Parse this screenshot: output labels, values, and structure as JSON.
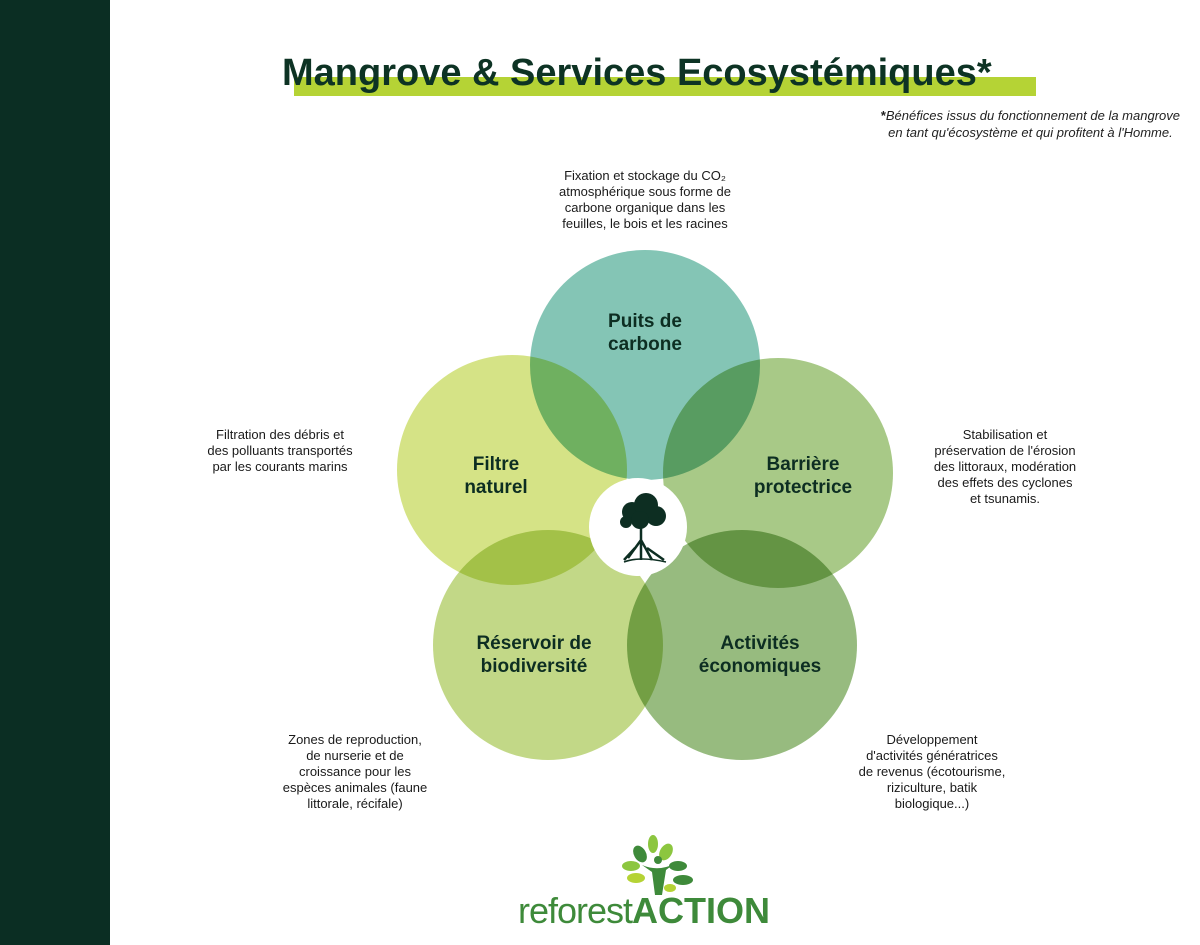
{
  "title": "Mangrove & Services Ecosystémiques*",
  "footnote": {
    "asterisk": "*",
    "line1": "Bénéfices issus du fonctionnement de la mangrove",
    "line2": "en tant qu'écosystème et qui profitent à l'Homme."
  },
  "services": [
    {
      "label_line1": "Puits de",
      "label_line2": "carbone",
      "color": "#76bfad",
      "desc": [
        "Fixation et stockage du CO₂",
        "atmosphérique sous forme de",
        "carbone organique dans les",
        "feuilles, le bois et les racines"
      ]
    },
    {
      "label_line1": "Filtre",
      "label_line2": "naturel",
      "color": "#d3e27f",
      "desc": [
        "Filtration des débris et",
        "des polluants transportés",
        "par les courants marins"
      ]
    },
    {
      "label_line1": "Barrière",
      "label_line2": "protectrice",
      "color": "#9fc37a",
      "desc": [
        "Stabilisation et",
        "préservation de l'érosion",
        "des littoraux, modération",
        "des effets des cyclones",
        "et tsunamis."
      ]
    },
    {
      "label_line1": "Réservoir de",
      "label_line2": "biodiversité",
      "color": "#bcd47a",
      "desc": [
        "Zones de reproduction,",
        "de nurserie et de",
        "croissance pour les",
        "espèces animales (faune",
        "littorale, récifale)"
      ]
    },
    {
      "label_line1": "Activités",
      "label_line2": "économiques",
      "color": "#8cb471",
      "desc": [
        "Développement",
        "d'activités génératrices",
        "de revenus (écotourisme,",
        "riziculture, batik",
        "biologique...)"
      ]
    }
  ],
  "center_icon": "mangrove-tree-icon",
  "logo": {
    "part1": "reforest",
    "part2": "ACTION"
  }
}
